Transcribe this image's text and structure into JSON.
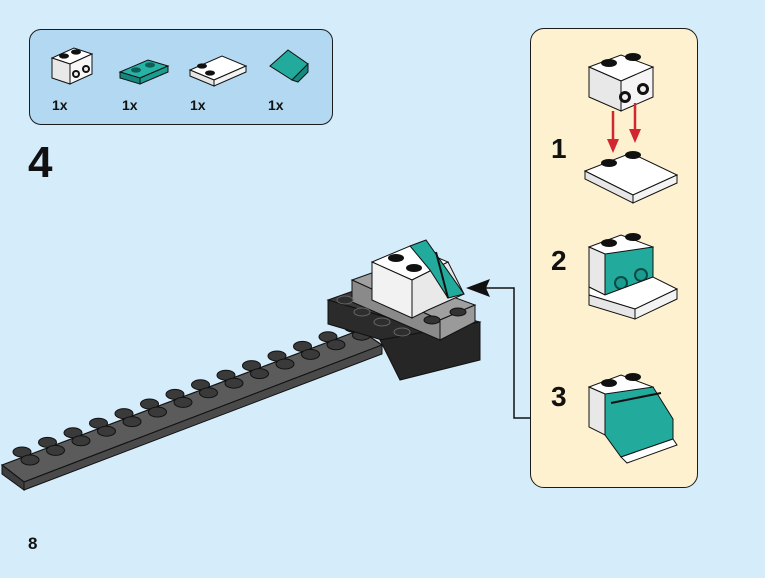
{
  "parts_list": {
    "items": [
      {
        "name": "white 1x2 brick with 2 side studs",
        "color": "#ffffff",
        "quantity": "1x"
      },
      {
        "name": "teal 1x2 plate",
        "color": "#1fa89c",
        "quantity": "1x"
      },
      {
        "name": "white 2x2 corner tile with 2 studs",
        "color": "#ffffff",
        "quantity": "1x"
      },
      {
        "name": "teal slope",
        "color": "#1fa89c",
        "quantity": "1x"
      }
    ]
  },
  "step": {
    "number": "4"
  },
  "sub_steps": [
    {
      "number": "1",
      "description": "attach white side-stud brick onto white plate"
    },
    {
      "number": "2",
      "description": "attach teal plate to side studs"
    },
    {
      "number": "3",
      "description": "add teal slope"
    }
  ],
  "colors": {
    "background": "#d5ecfb",
    "parts_box": "#b3d9f2",
    "sub_box": "#fdf1cf",
    "teal": "#1fa89c",
    "dark_gray": "#4a4a4a",
    "arrow_red": "#d22630"
  },
  "page": {
    "number": "8"
  }
}
